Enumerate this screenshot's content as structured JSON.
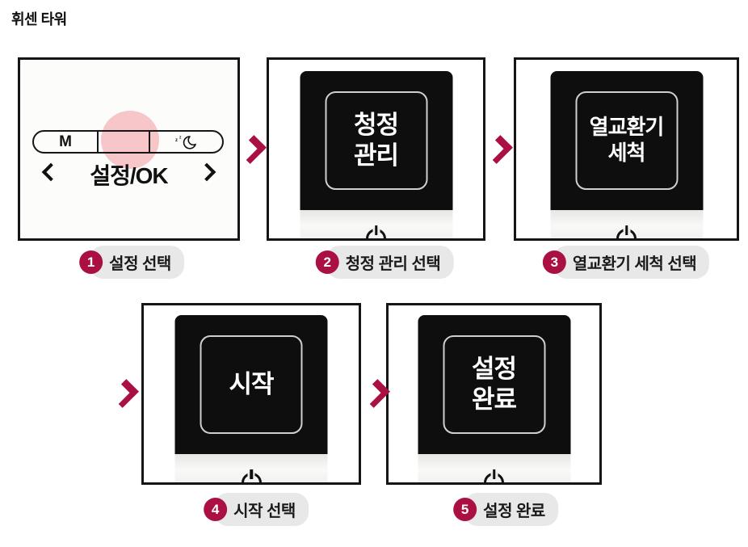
{
  "title": "휘센 타워",
  "colors": {
    "accent": "#AB1042",
    "highlight_pink": "#F7C6C9"
  },
  "icons": {
    "sleep": "crescent-moon-with-z-icon",
    "power": "power-symbol-icon",
    "next": "right-chevron-icon",
    "left": "left-chevron-icon",
    "right": "right-chevron-icon"
  },
  "remote": {
    "mode_button": "M",
    "ok_label": "설정/OK"
  },
  "steps": [
    {
      "num": "1",
      "caption": "설정 선택"
    },
    {
      "num": "2",
      "caption": "청정 관리 선택",
      "screen": [
        "청정",
        "관리"
      ]
    },
    {
      "num": "3",
      "caption": "열교환기 세척 선택",
      "screen": [
        "열교환기",
        "세척"
      ]
    },
    {
      "num": "4",
      "caption": "시작 선택",
      "screen": [
        "시작"
      ]
    },
    {
      "num": "5",
      "caption": "설정 완료",
      "screen": [
        "설정",
        "완료"
      ]
    }
  ]
}
